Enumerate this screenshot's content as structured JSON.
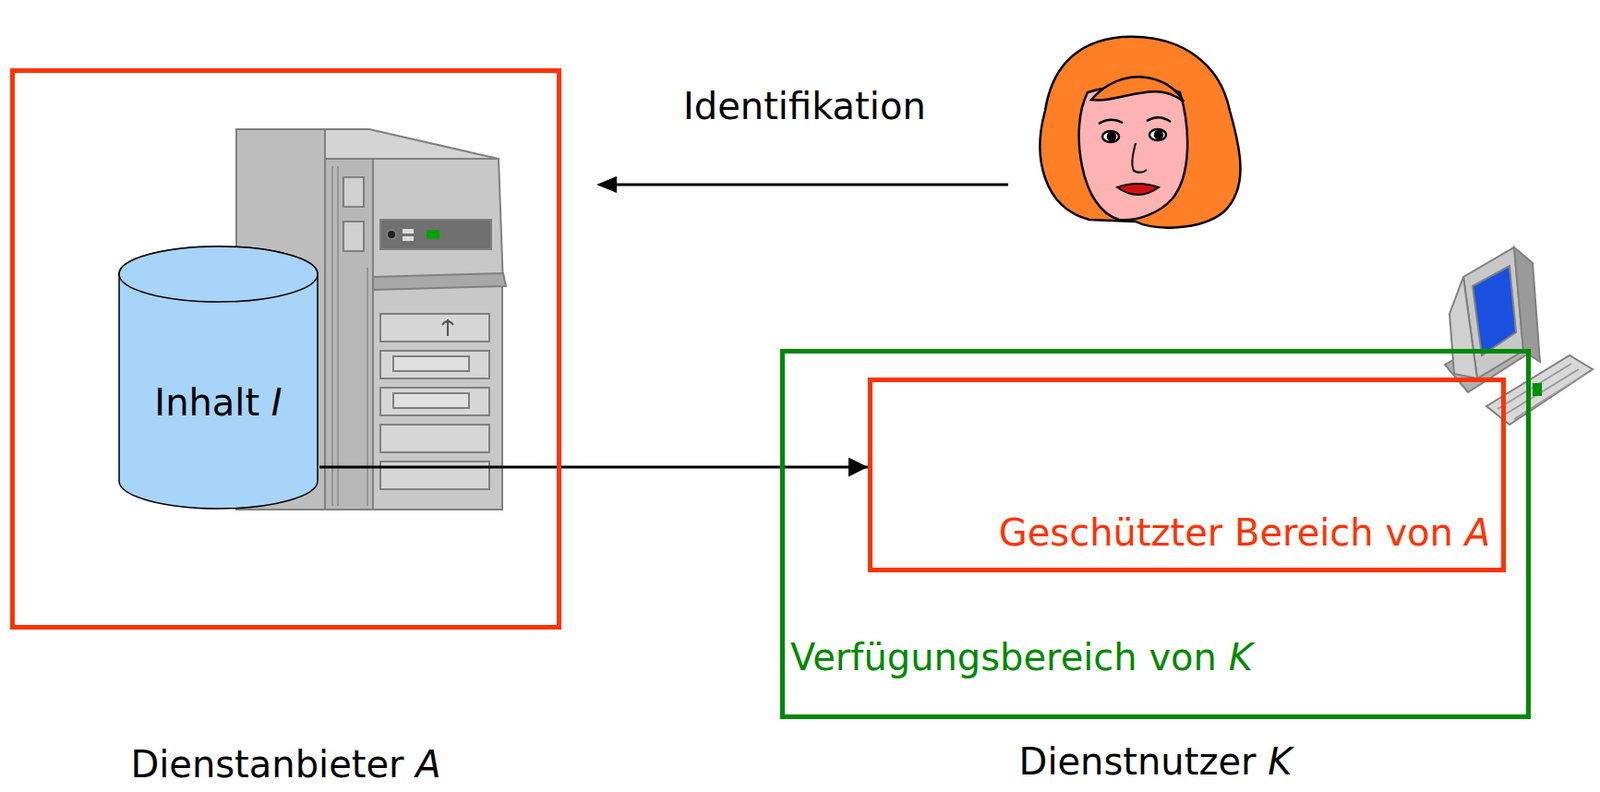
{
  "diagram": {
    "nodes": [
      {
        "text": [
          "Dienstanbieter A"
        ]
      },
      {
        "text": [
          "Inhalt I"
        ],
        "in": 0
      },
      {
        "text": [
          "Verfügungsbereich von K",
          "Dienstnutzer K"
        ]
      },
      {
        "text": [
          "Geschützter Bereich von A"
        ],
        "in": 2
      }
    ],
    "edges": [
      {
        "from": 1,
        "to": 3,
        "arrow": "to"
      }
    ],
    "labels": [
      "Identifikation"
    ]
  }
}
